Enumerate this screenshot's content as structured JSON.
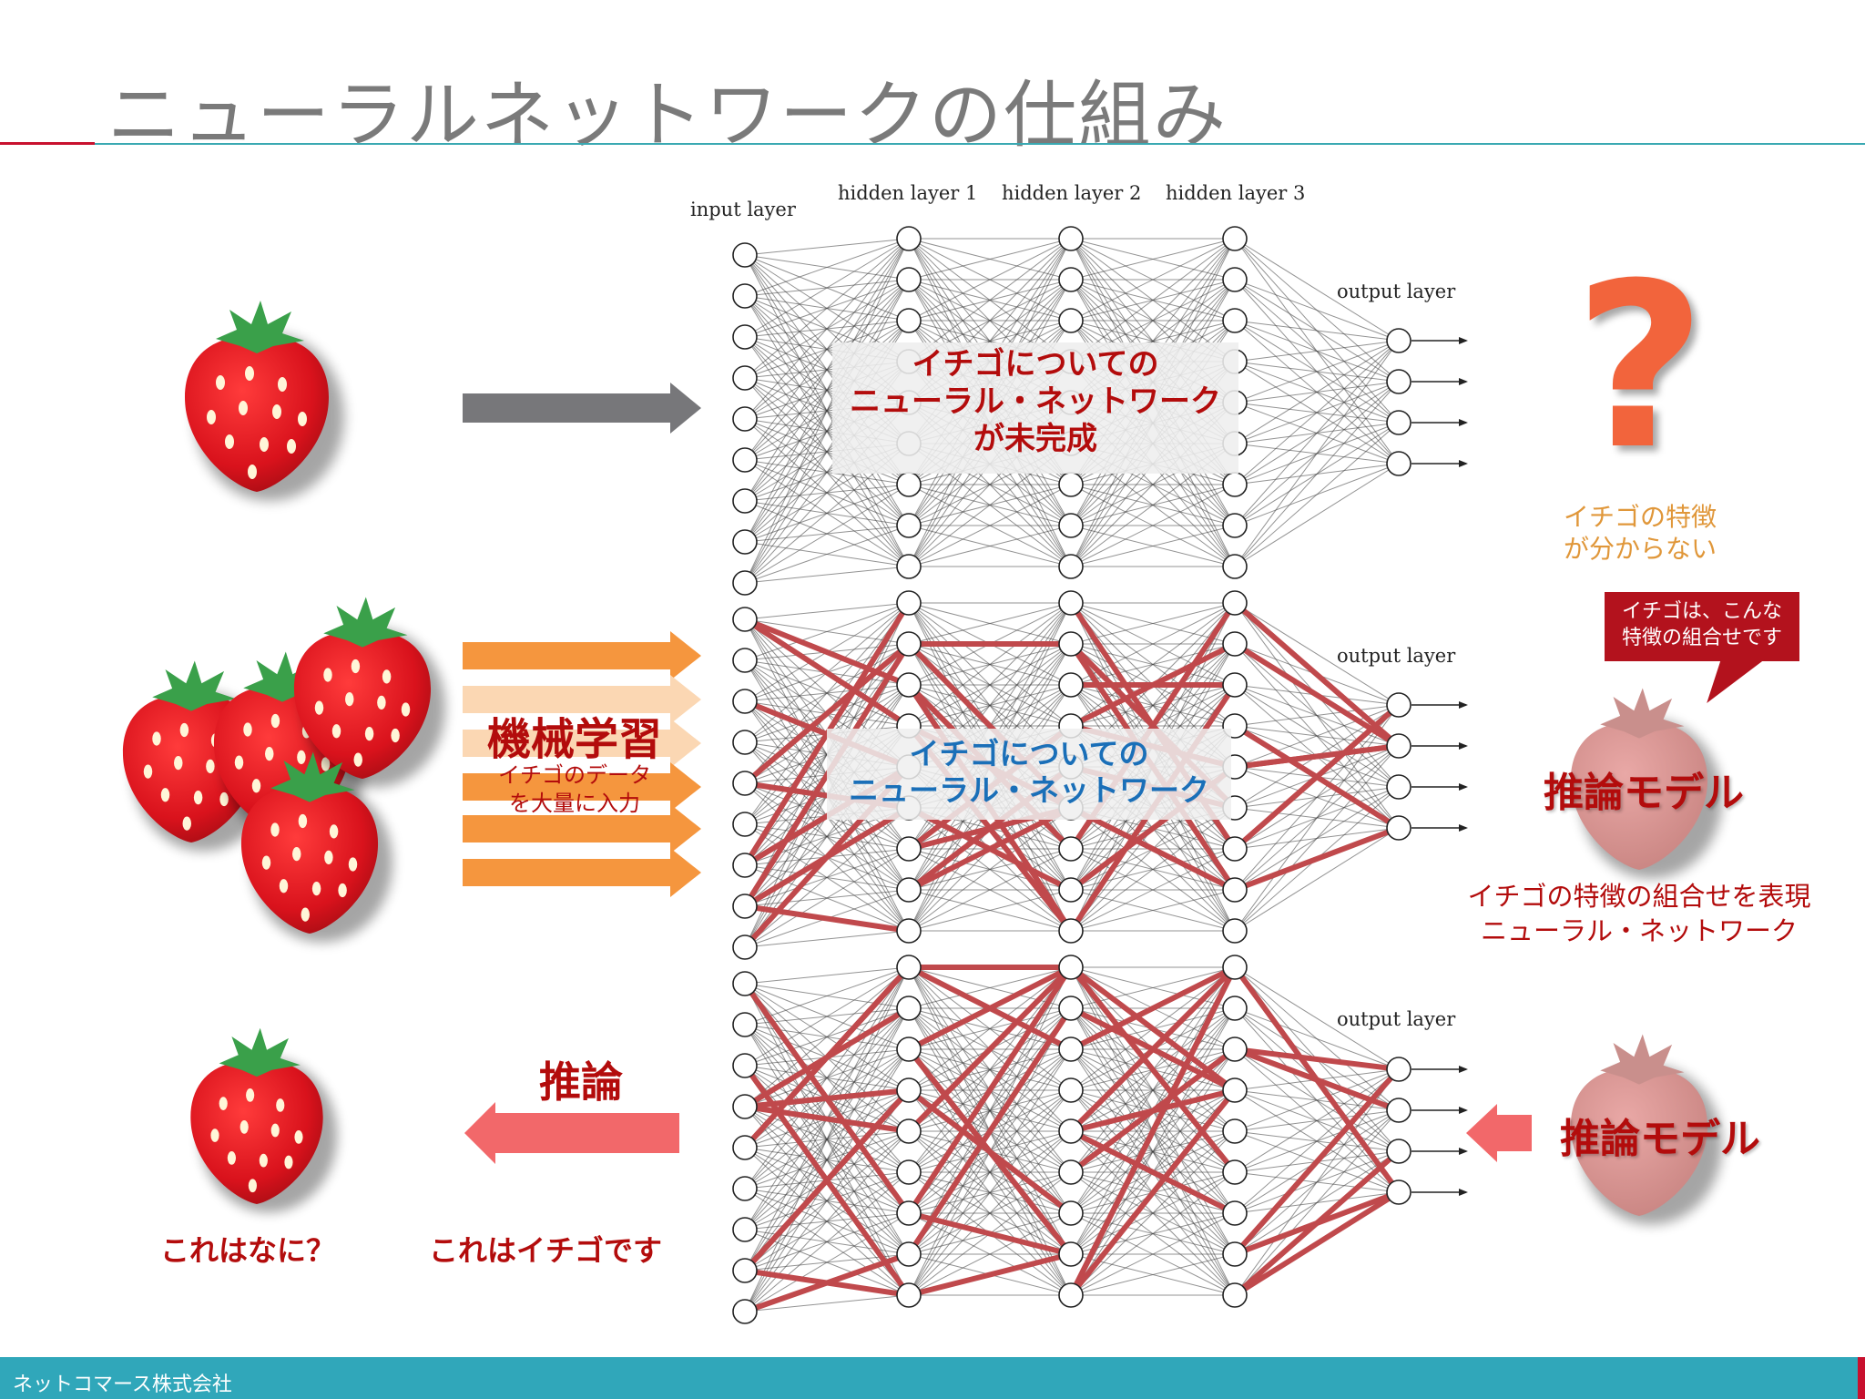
{
  "title": "ニューラルネットワークの仕組み",
  "footer": {
    "company": "ネットコマース株式会社"
  },
  "network_labels": {
    "input": "input layer",
    "hidden1": "hidden layer 1",
    "hidden2": "hidden layer 2",
    "hidden3": "hidden layer 3",
    "output": "output layer"
  },
  "row1": {
    "overlay_lines": [
      "イチゴについての",
      "ニューラル・ネットワーク",
      "が未完成"
    ],
    "result_lines": [
      "イチゴの特徴",
      "が分からない"
    ],
    "question_mark": "?"
  },
  "row2": {
    "ml_title": "機械学習",
    "ml_sub_lines": [
      "イチゴのデータ",
      "を大量に入力"
    ],
    "overlay_lines": [
      "イチゴについての",
      "ニューラル・ネットワーク"
    ],
    "bubble_lines": [
      "イチゴは、こんな",
      "特徴の組合せです"
    ],
    "model_label": "推論モデル",
    "caption_lines": [
      "イチゴの特徴の組合せを表現",
      "ニューラル・ネットワーク"
    ]
  },
  "row3": {
    "inference_label": "推論",
    "question_label": "これはなに？",
    "answer_label": "これはイチゴです",
    "model_label": "推論モデル"
  },
  "colors": {
    "title_gray": "#7a7a7a",
    "accent_red": "#b30c0c",
    "blue_text": "#1a6fb8",
    "orange_text": "#e0973a",
    "orange_arrow": "#f5963e",
    "gray_arrow": "#77777a",
    "pink_arrow": "#f2686a",
    "footer_teal": "#30a7ba",
    "strong_edge": "#c0494c"
  },
  "icons": [
    "strawberry-icon",
    "question-mark-icon",
    "arrow-right-icon",
    "arrow-left-icon",
    "speech-bubble-icon"
  ]
}
